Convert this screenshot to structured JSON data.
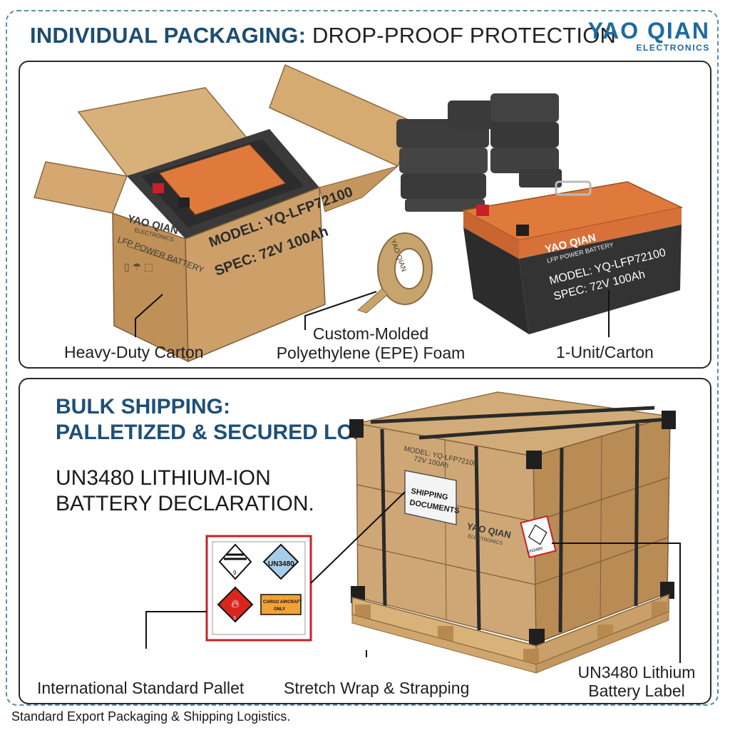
{
  "header": {
    "title_bold": "INDIVIDUAL PACKAGING:",
    "title_rest": " DROP-PROOF PROTECTION",
    "brand_name": "YAO QIAN",
    "brand_sub": "ELECTRONICS"
  },
  "carton": {
    "brand_name": "YAO QIAN",
    "brand_sub": "ELECTRONICS",
    "product_line": "LFP POWER BATTERY",
    "model": "MODEL: YQ-LFP72100",
    "spec": "SPEC: 72V 100Ah"
  },
  "tape": {
    "text": "YAO QIAN"
  },
  "battery": {
    "brand_name": "YAO QIAN",
    "product_line": "LFP POWER BATTERY",
    "model": "MODEL: YQ-LFP72100",
    "spec": "SPEC: 72V 100Ah"
  },
  "packaging_labels": {
    "carton": "Heavy-Duty Carton",
    "foam_line1": "Custom-Molded",
    "foam_line2": "Polyethylene (EPE) Foam",
    "unit": "1-Unit/Carton"
  },
  "bulk": {
    "heading_line1": "BULK SHIPPING:",
    "heading_line2": "PALLETIZED & SECURED LOAD",
    "declaration_line1": "UN3480 LITHIUM-ION",
    "declaration_line2": "BATTERY DECLARATION."
  },
  "hazard_placard": {
    "class9_number": "9",
    "un_number": "UN3480",
    "flammable_number": "3",
    "cargo_text_line1": "CARGO AIRCRAFT",
    "cargo_text_line2": "ONLY"
  },
  "pallet": {
    "document_line1": "SHIPPING",
    "document_line2": "DOCUMENTS",
    "box_model_1": "MODEL: YQ-LFP72100",
    "box_spec_1": "72V 100Ah",
    "box_brand": "YAO QIAN",
    "box_brand_sub": "ELECTRONICS",
    "label_code": "UN3480"
  },
  "pallet_labels": {
    "pallet": "International Standard Pallet",
    "wrap": "Stretch Wrap & Strapping",
    "lithium_line1": "UN3480 Lithium",
    "lithium_line2": "Battery Label"
  },
  "footer": {
    "text": "Standard Export Packaging & Shipping Logistics."
  },
  "colors": {
    "heading_blue": "#1e4f78",
    "brand_blue": "#1e6aa0",
    "cardboard": "#c89b63",
    "battery_orange": "#e07a3c",
    "foam": "#3c3c3c",
    "hazard_red": "#d9261c"
  }
}
